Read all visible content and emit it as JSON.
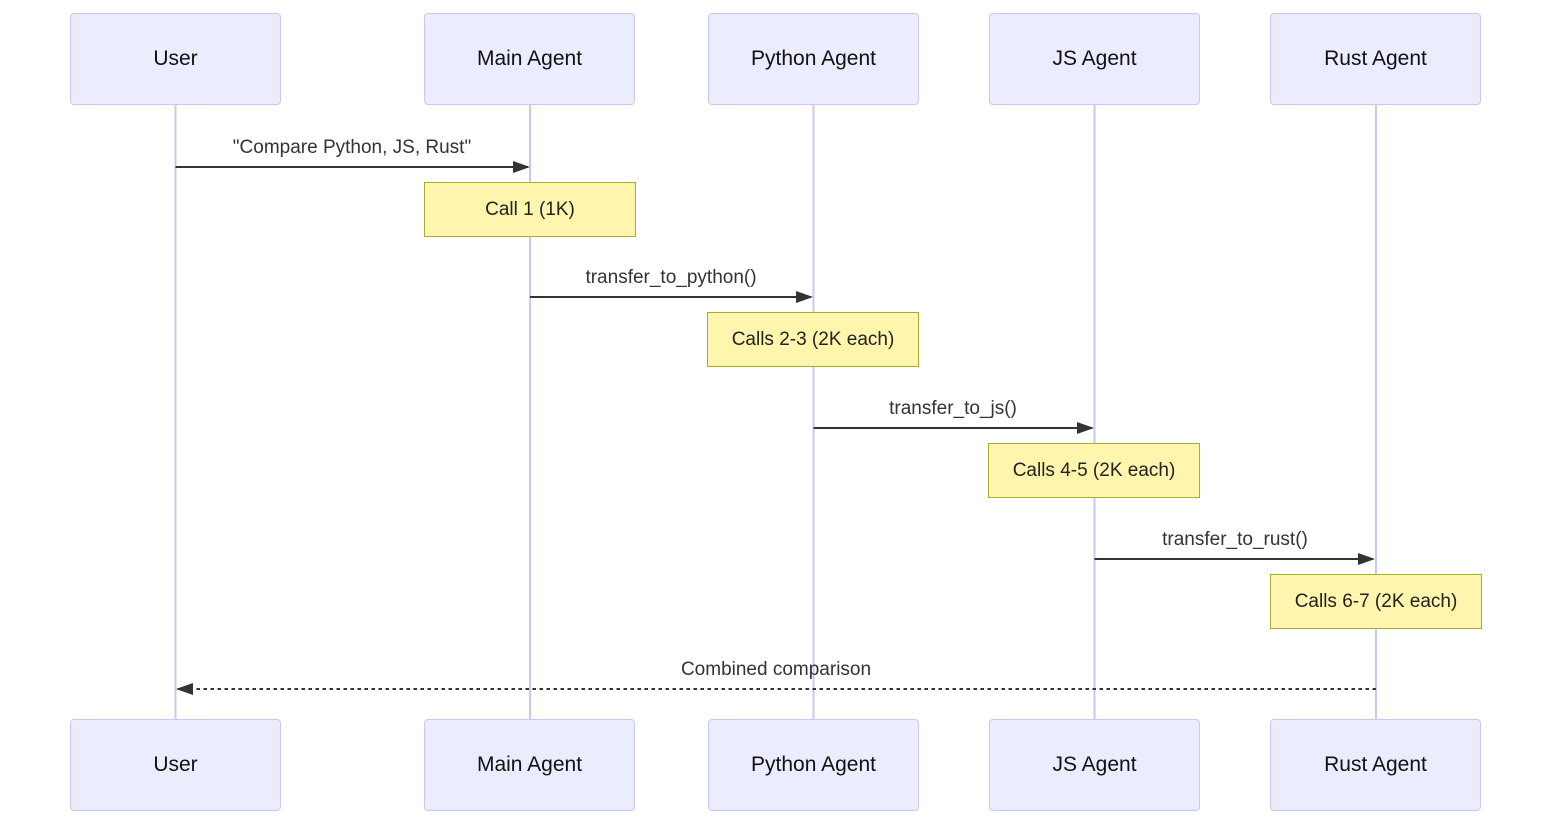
{
  "diagram": {
    "type": "sequence-diagram",
    "colors": {
      "background": "#ffffff",
      "actor_fill": "#ECECFF",
      "actor_border": "#CFC6F0",
      "lifeline": "#CFC6F0",
      "note_fill": "#FFF5AD",
      "note_border": "#AAAA33",
      "message_line": "#333333",
      "actor_text": "#111111",
      "message_text": "#333333"
    },
    "actors": [
      {
        "id": "user",
        "label": "User"
      },
      {
        "id": "main-agent",
        "label": "Main Agent"
      },
      {
        "id": "python-agent",
        "label": "Python Agent"
      },
      {
        "id": "js-agent",
        "label": "JS Agent"
      },
      {
        "id": "rust-agent",
        "label": "Rust Agent"
      }
    ],
    "messages": [
      {
        "from": "User",
        "to": "Main Agent",
        "label": "\"Compare Python, JS, Rust\"",
        "style": "solid"
      },
      {
        "from": "Main Agent",
        "to": "Python Agent",
        "label": "transfer_to_python()",
        "style": "solid"
      },
      {
        "from": "Python Agent",
        "to": "JS Agent",
        "label": "transfer_to_js()",
        "style": "solid"
      },
      {
        "from": "JS Agent",
        "to": "Rust Agent",
        "label": "transfer_to_rust()",
        "style": "solid"
      },
      {
        "from": "Rust Agent",
        "to": "User",
        "label": "Combined comparison",
        "style": "dashed"
      }
    ],
    "notes": [
      {
        "over": "Main Agent",
        "label": "Call 1 (1K)"
      },
      {
        "over": "Python Agent",
        "label": "Calls 2-3 (2K each)"
      },
      {
        "over": "JS Agent",
        "label": "Calls 4-5 (2K each)"
      },
      {
        "over": "Rust Agent",
        "label": "Calls 6-7 (2K each)"
      }
    ]
  }
}
